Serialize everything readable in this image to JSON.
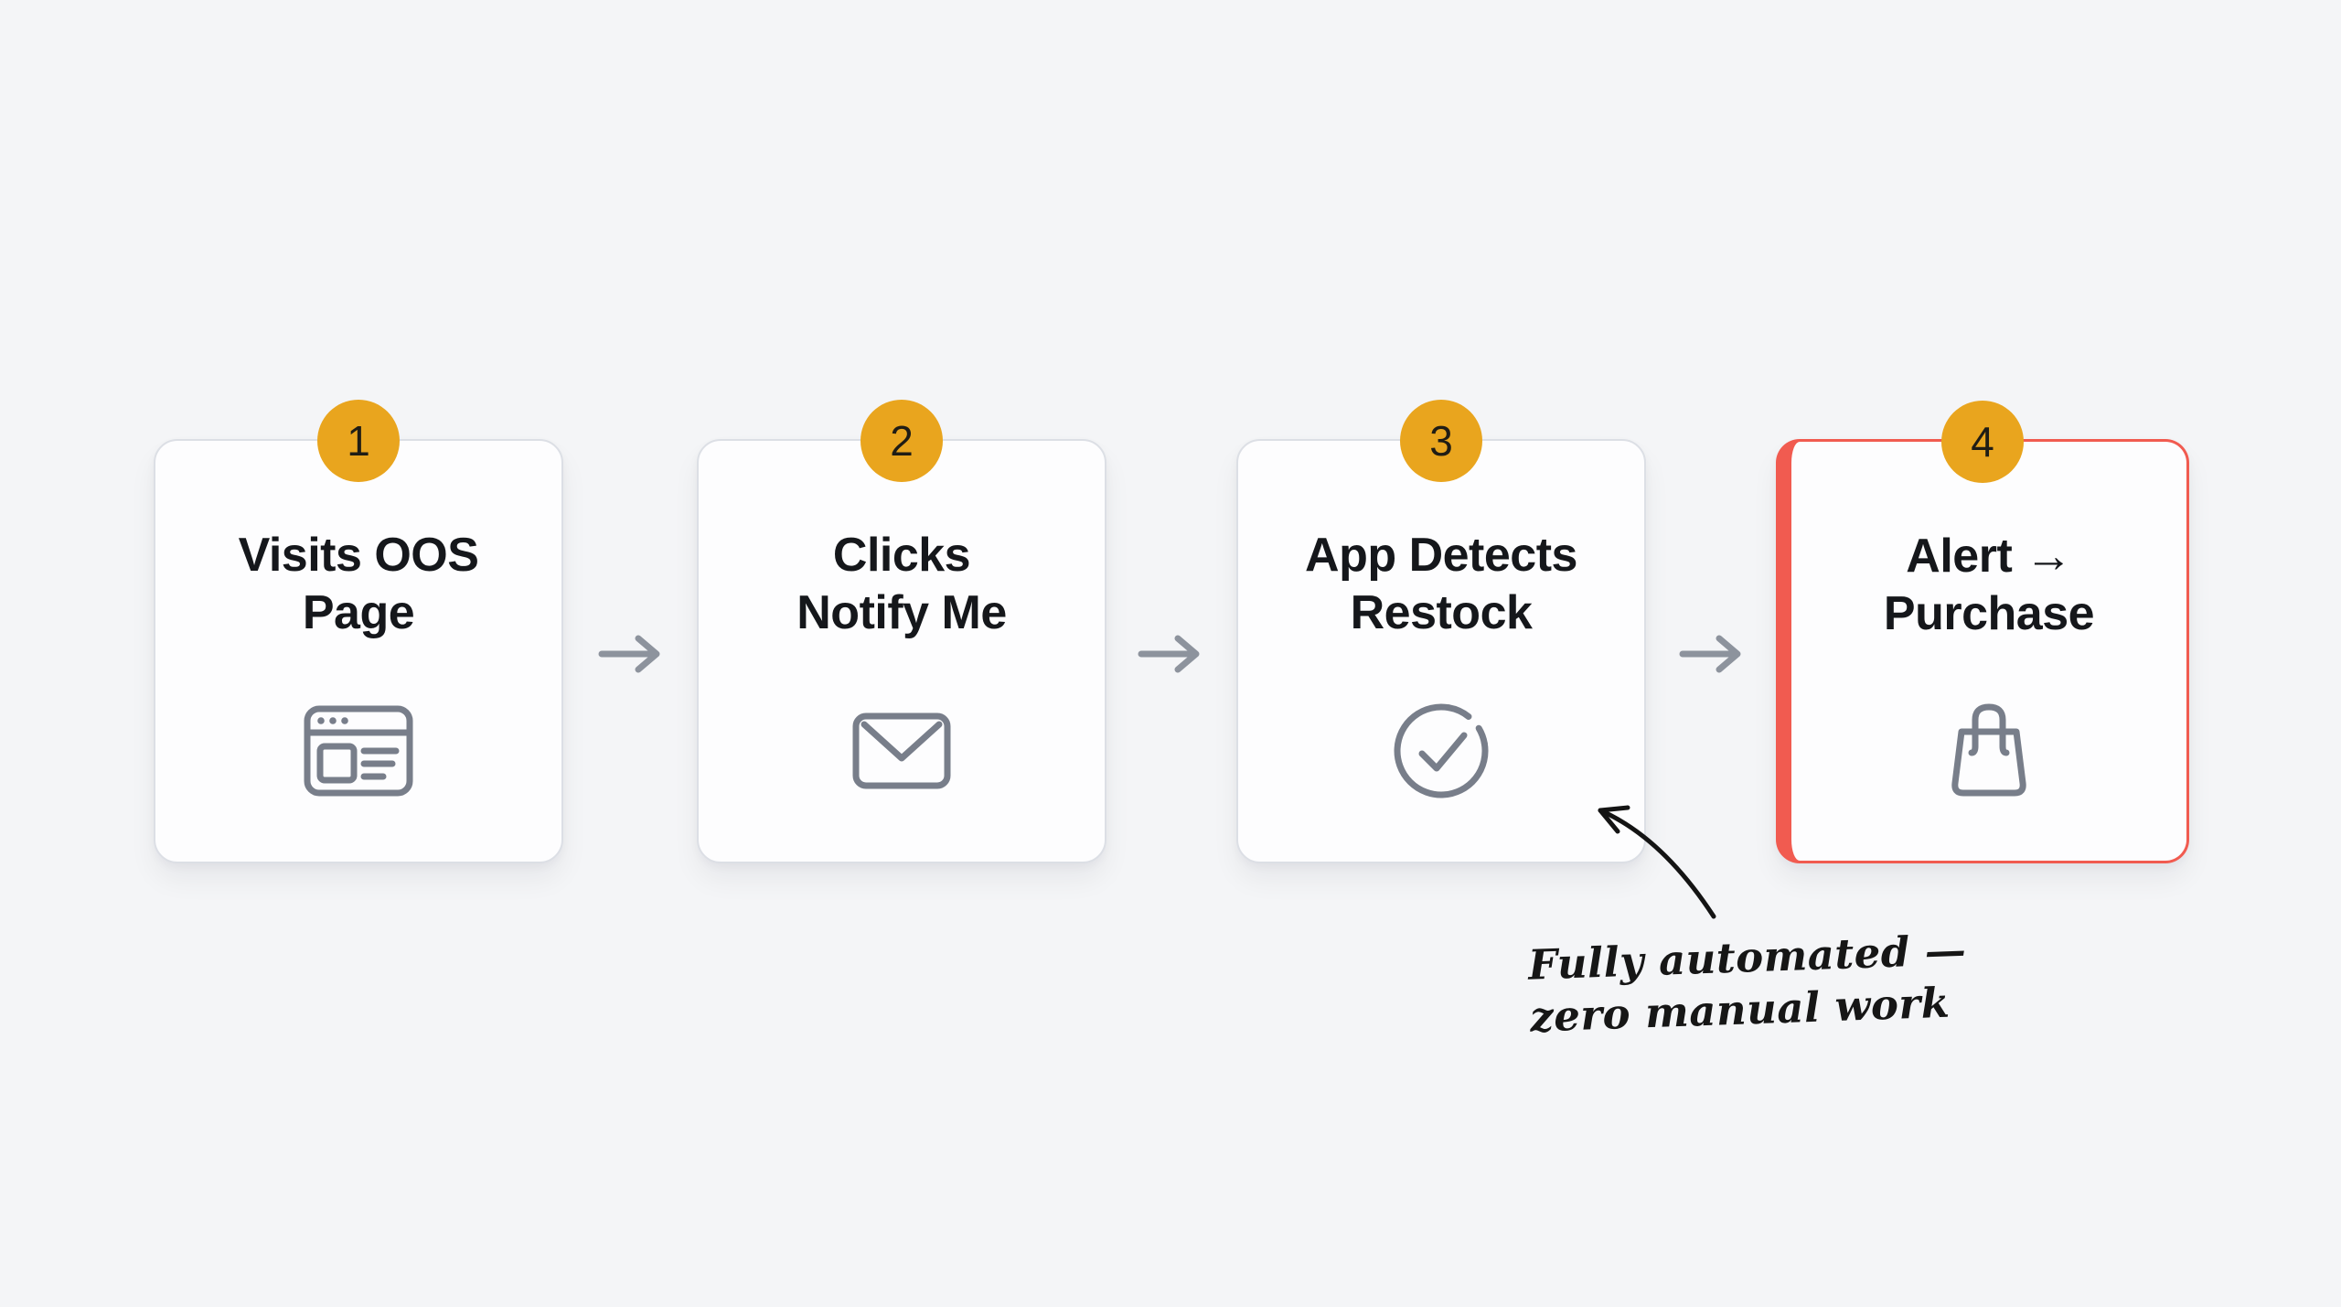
{
  "page": {
    "type": "process-flow-diagram",
    "background_color": "#f4f5f7"
  },
  "colors": {
    "bg": "#f4f5f7",
    "card_bg": "#fdfdfe",
    "card_border": "#dcdfe5",
    "badge_bg": "#e9a51e",
    "badge_text": "#201d15",
    "title_text": "#15171b",
    "icon_gray": "#787e8a",
    "arrow_gray": "#8d939d",
    "accent_red": "#f15b50",
    "annotation_text": "#161616"
  },
  "flow": {
    "steps": [
      {
        "number": "1",
        "title": "Visits OOS Page",
        "title_lines": [
          "Visits OOS",
          "Page"
        ],
        "icon": "browser-window-icon",
        "highlighted": false
      },
      {
        "number": "2",
        "title": "Clicks Notify Me",
        "title_lines": [
          "Clicks",
          "Notify Me"
        ],
        "icon": "envelope-icon",
        "highlighted": false
      },
      {
        "number": "3",
        "title": "App Detects Restock",
        "title_lines": [
          "App Detects",
          "Restock"
        ],
        "icon": "check-circle-icon",
        "highlighted": false
      },
      {
        "number": "4",
        "title": "Alert → Purchase",
        "title_lines": [
          "Alert →",
          "Purchase"
        ],
        "icon": "shopping-bag-icon",
        "highlighted": true
      }
    ],
    "connector_icon": "arrow-right-icon"
  },
  "annotation": {
    "lines": [
      "Fully automated —",
      "zero manual work"
    ],
    "arrow_icon": "curved-arrow-icon"
  }
}
